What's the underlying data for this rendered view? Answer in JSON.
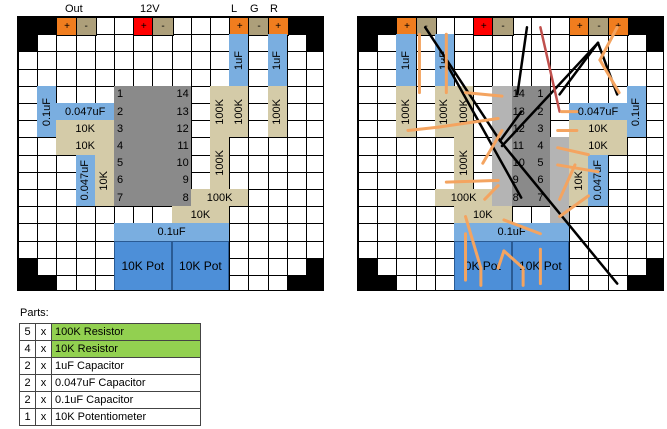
{
  "labels": {
    "out": "Out",
    "v12": "12V",
    "l": "L",
    "g": "G",
    "r": "R",
    "plus": "+",
    "minus": "-"
  },
  "chip_pins": {
    "left": [
      "1",
      "2",
      "3",
      "4",
      "5",
      "6",
      "7"
    ],
    "right": [
      "14",
      "13",
      "12",
      "11",
      "10",
      "9",
      "8"
    ]
  },
  "components": {
    "c_01uf": "0.1uF",
    "c_0047uf": "0.047uF",
    "c_1uf": "1uF",
    "r_10k": "10K",
    "r_100k": "100K",
    "pot": "10K Pot",
    "pot_right_left": "0K Pot"
  },
  "parts": {
    "title": "Parts:",
    "items": [
      {
        "qty": "5",
        "x": "x",
        "name": "100K Resistor",
        "highlight": true
      },
      {
        "qty": "4",
        "x": "x",
        "name": "10K Resistor",
        "highlight": true
      },
      {
        "qty": "2",
        "x": "x",
        "name": "1uF Capacitor",
        "highlight": false
      },
      {
        "qty": "2",
        "x": "x",
        "name": "0.047uF Capacitor",
        "highlight": false
      },
      {
        "qty": "2",
        "x": "x",
        "name": "0.1uF Capacitor",
        "highlight": false
      },
      {
        "qty": "1",
        "x": "x",
        "name": "10K Potentiometer",
        "highlight": false
      }
    ]
  },
  "colors": {
    "resistor": "#d4cba8",
    "capacitor": "#7aaee0",
    "pot": "#4d8fd8",
    "chip": "#8a8a8a",
    "header_plus": "#f07d1e",
    "header_minus": "#ad9f7a",
    "header_red": "#ff0000",
    "highlight": "#92d050",
    "wire_orange": "#f4a460",
    "wire_black": "#000000",
    "wire_red": "#c0504d"
  }
}
